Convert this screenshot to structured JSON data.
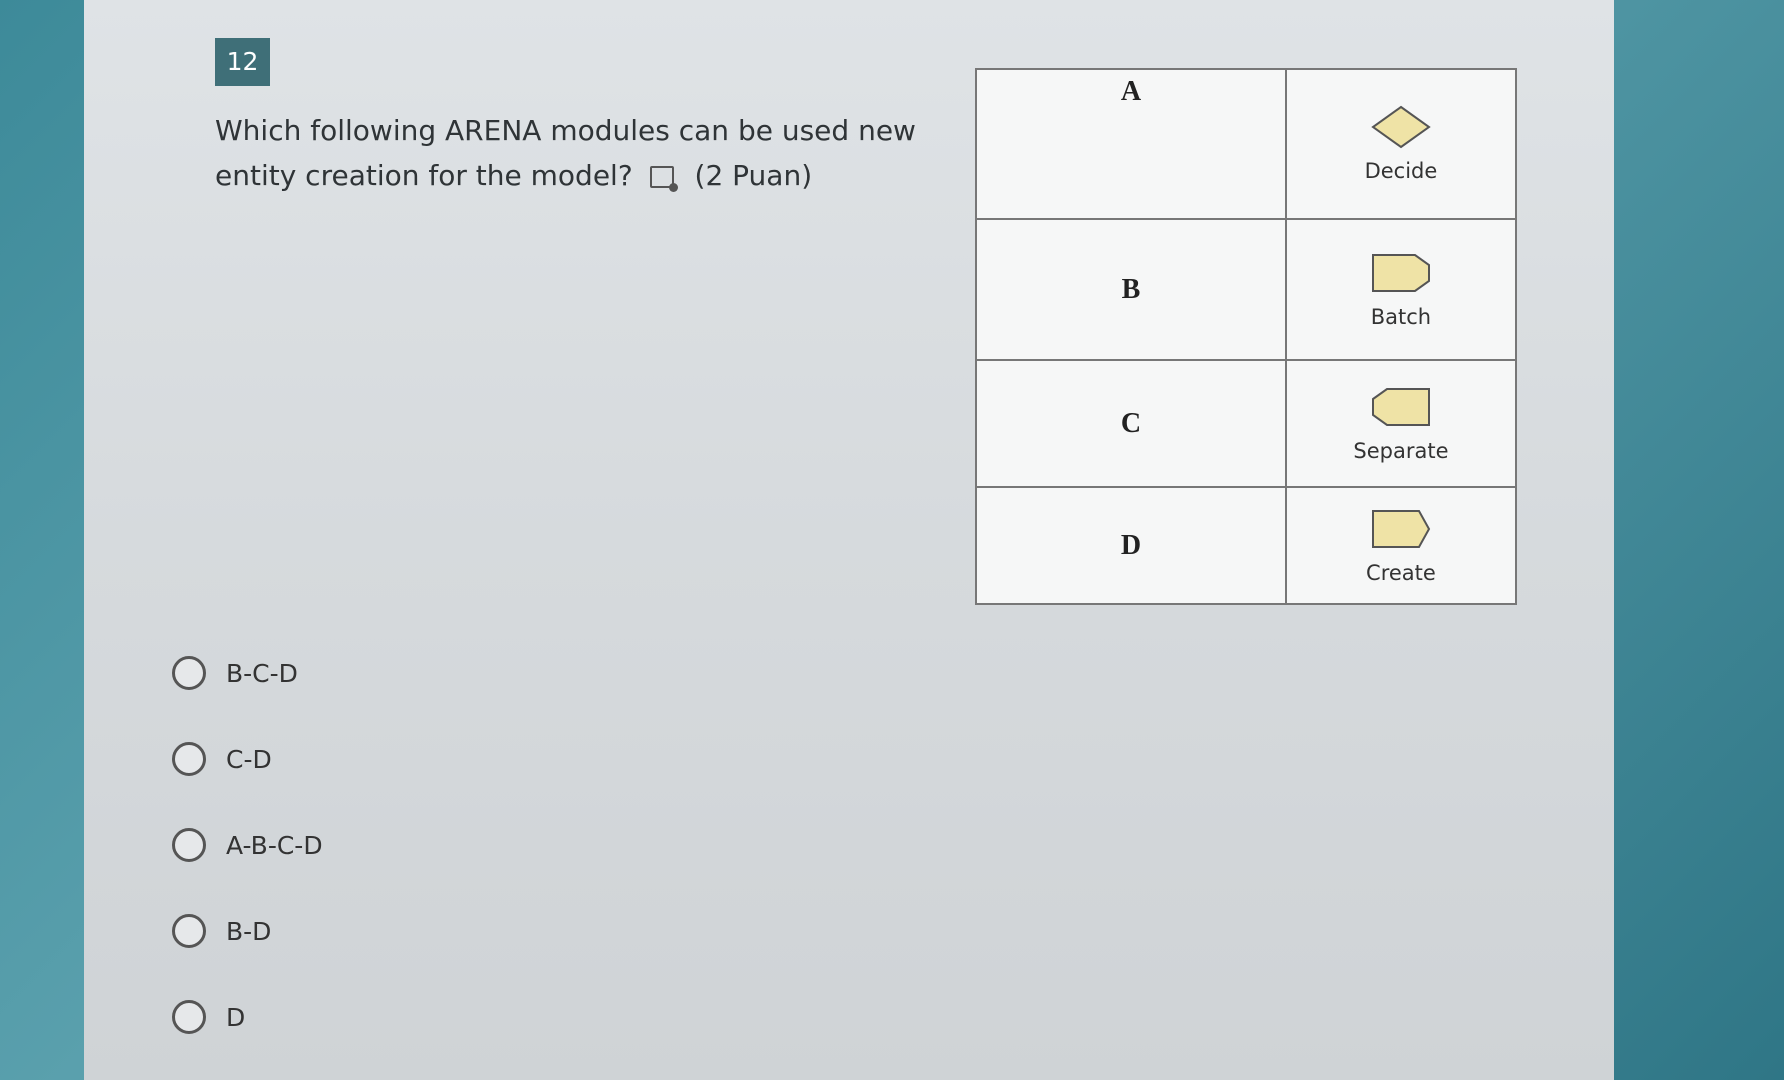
{
  "question": {
    "number": "12",
    "text": "Which following ARENA modules can be used new entity creation for the model?",
    "icon": "immersive-reader-icon",
    "points": "(2 Puan)"
  },
  "table": {
    "rows": [
      {
        "letter": "A",
        "module": "Decide",
        "shape": "diamond",
        "color": "#efe3a6"
      },
      {
        "letter": "B",
        "module": "Batch",
        "shape": "batch",
        "color": "#efe3a6"
      },
      {
        "letter": "C",
        "module": "Separate",
        "shape": "separate",
        "color": "#efe3a6"
      },
      {
        "letter": "D",
        "module": "Create",
        "shape": "create",
        "color": "#efe3a6"
      }
    ]
  },
  "options": [
    {
      "label": "B-C-D"
    },
    {
      "label": "C-D"
    },
    {
      "label": "A-B-C-D"
    },
    {
      "label": "B-D"
    },
    {
      "label": "D"
    }
  ],
  "colors": {
    "question_number_bg": "#3f6f78",
    "shape_fill": "#efe3a6"
  }
}
